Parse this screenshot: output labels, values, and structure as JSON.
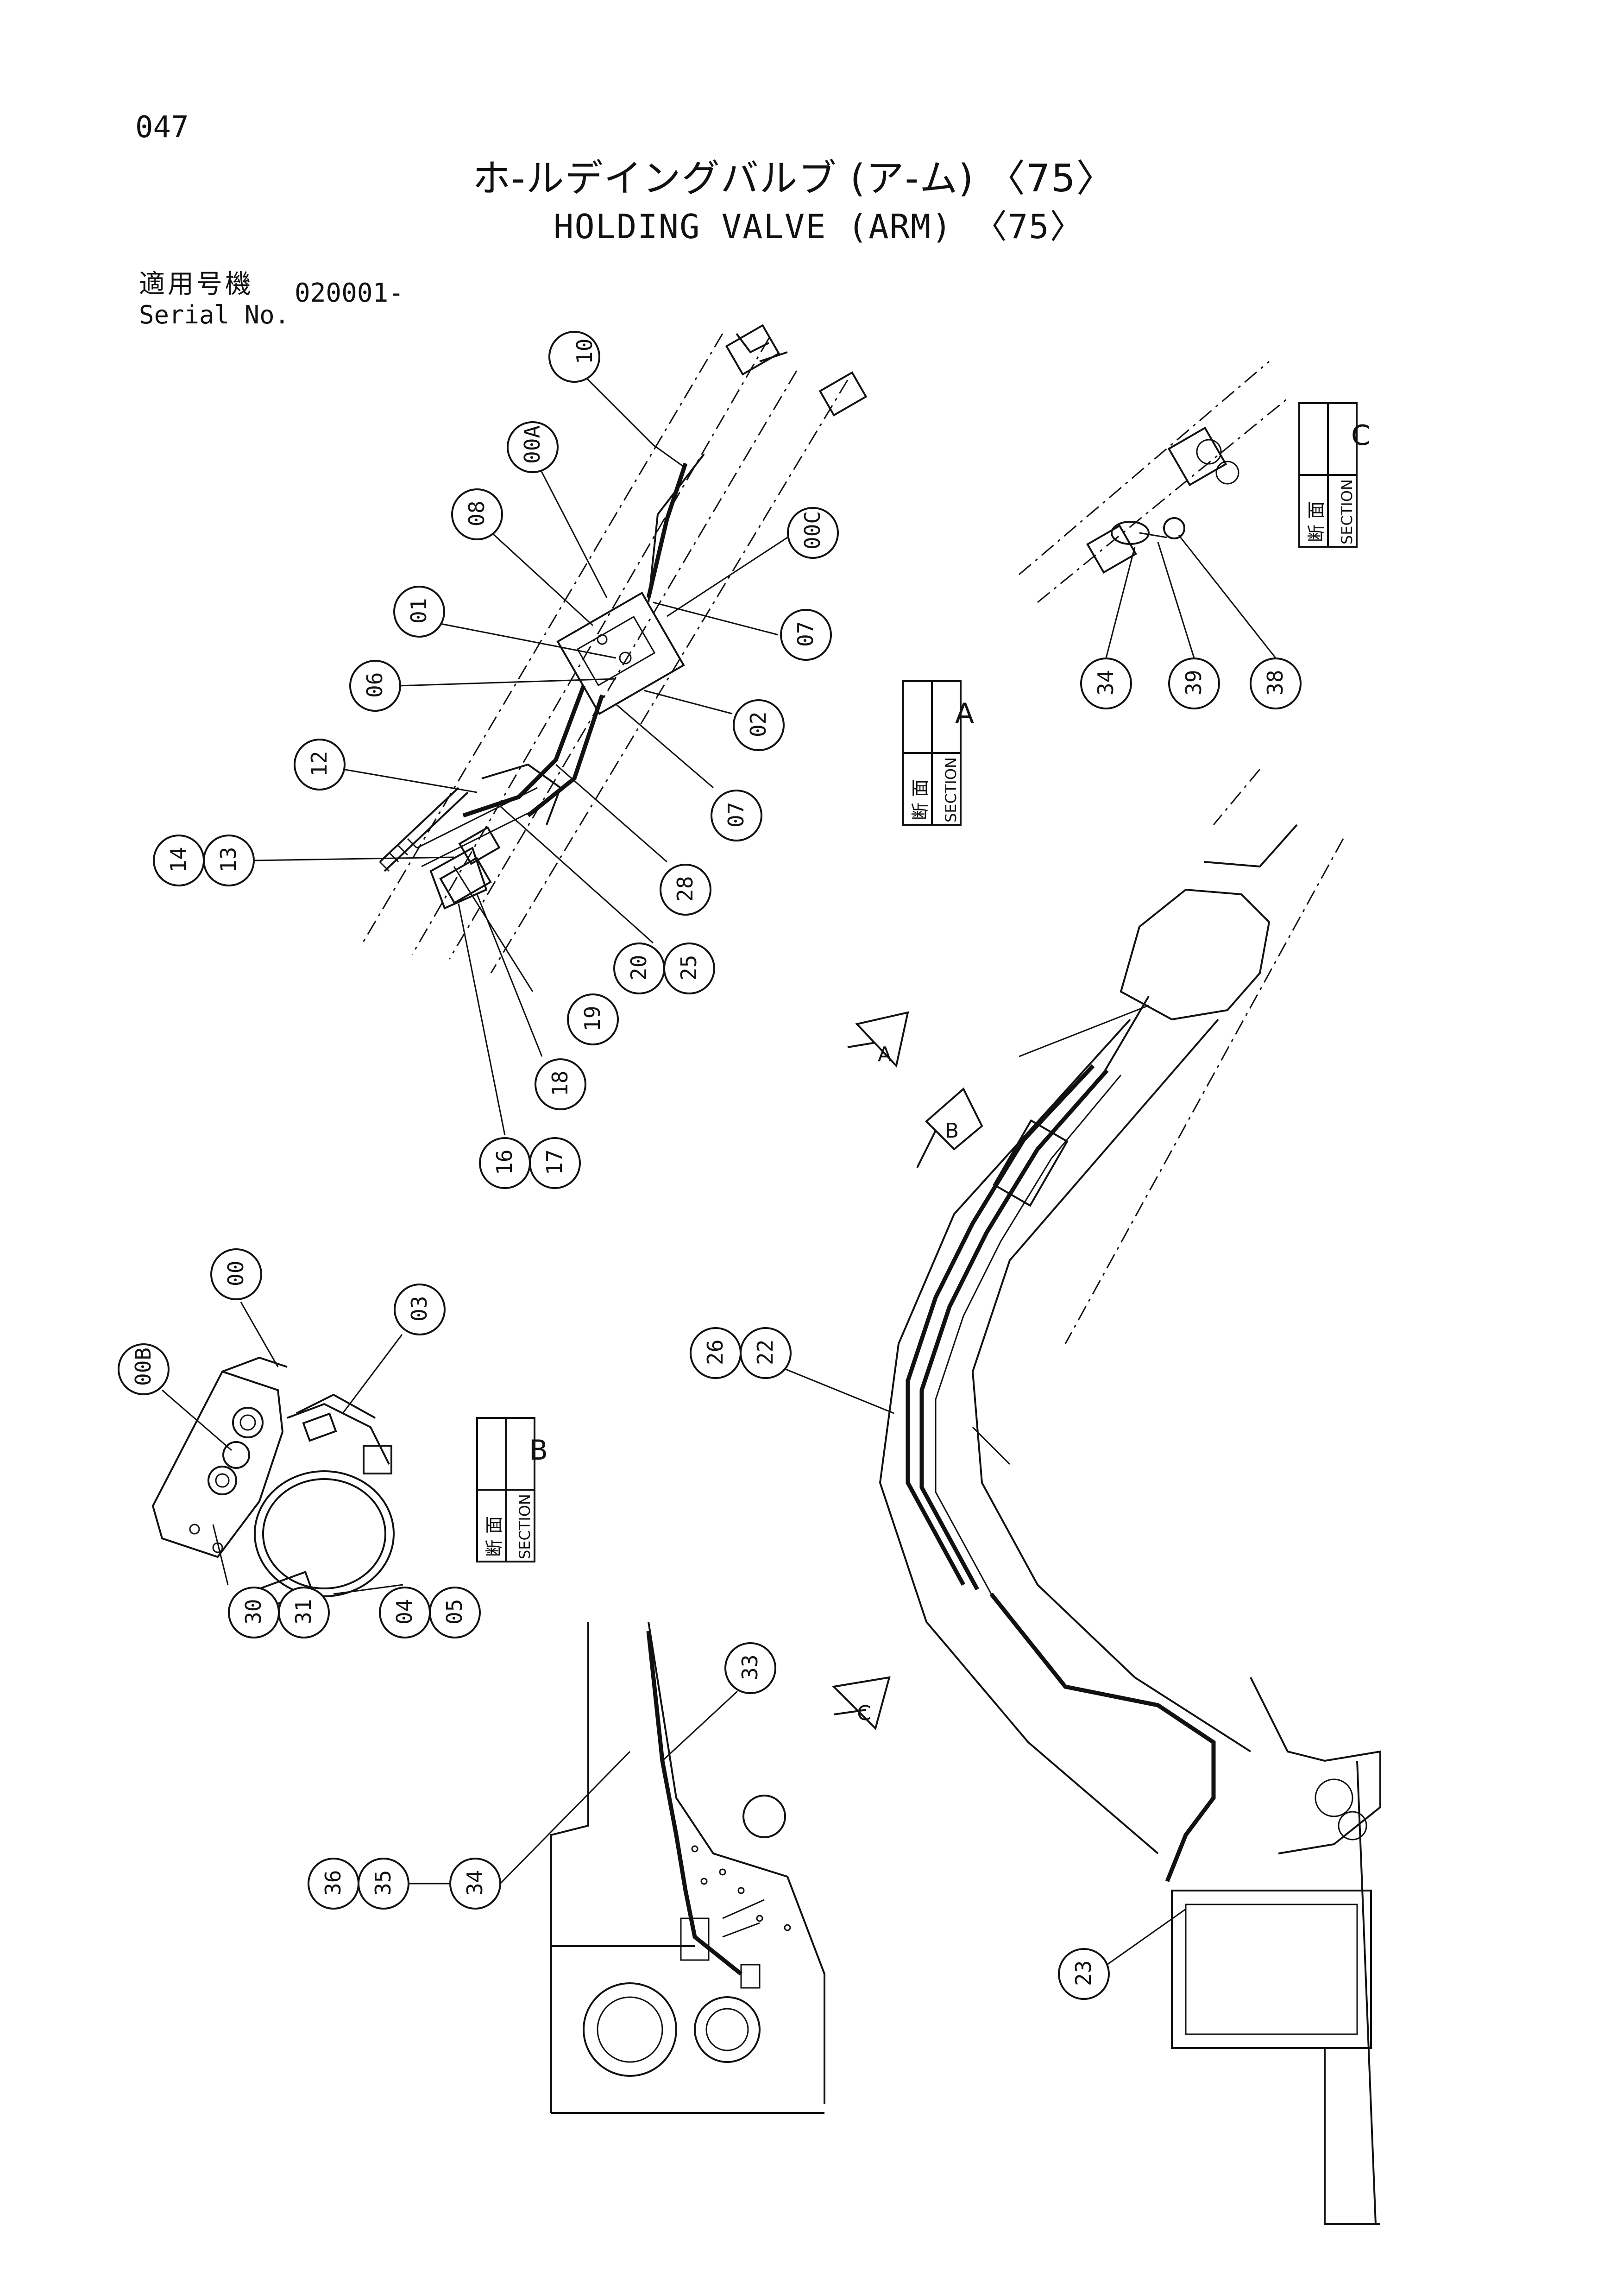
{
  "page_number": "047",
  "title_jp": "ホ-ルデイングバルブ (ア-ム) 〈75〉",
  "title_en": "HOLDING VALVE (ARM) 〈75〉",
  "serial": {
    "label_jp": "適用号機",
    "label_en": "Serial No.",
    "value": "020001-"
  },
  "sections": [
    {
      "id": "A",
      "jp": "断 面",
      "en": "SECTION"
    },
    {
      "id": "B",
      "jp": "断 面",
      "en": "SECTION"
    },
    {
      "id": "C",
      "jp": "断 面",
      "en": "SECTION"
    }
  ],
  "view_arrows": [
    "A",
    "B",
    "C"
  ],
  "callouts": {
    "c10": "10",
    "c00A": "00A",
    "c08": "08",
    "c00C": "00C",
    "c01": "01",
    "c07a": "07",
    "c06": "06",
    "c02": "02",
    "c12": "12",
    "c07b": "07",
    "c14": "14",
    "c13": "13",
    "c28": "28",
    "c20": "20",
    "c25": "25",
    "c19": "19",
    "c18": "18",
    "c16": "16",
    "c17": "17",
    "c34a": "34",
    "c39": "39",
    "c38": "38",
    "c00": "00",
    "c03": "03",
    "c00B": "00B",
    "c30": "30",
    "c31": "31",
    "c04": "04",
    "c05": "05",
    "c26": "26",
    "c22": "22",
    "c33": "33",
    "c36": "36",
    "c35": "35",
    "c34b": "34",
    "c23": "23"
  }
}
